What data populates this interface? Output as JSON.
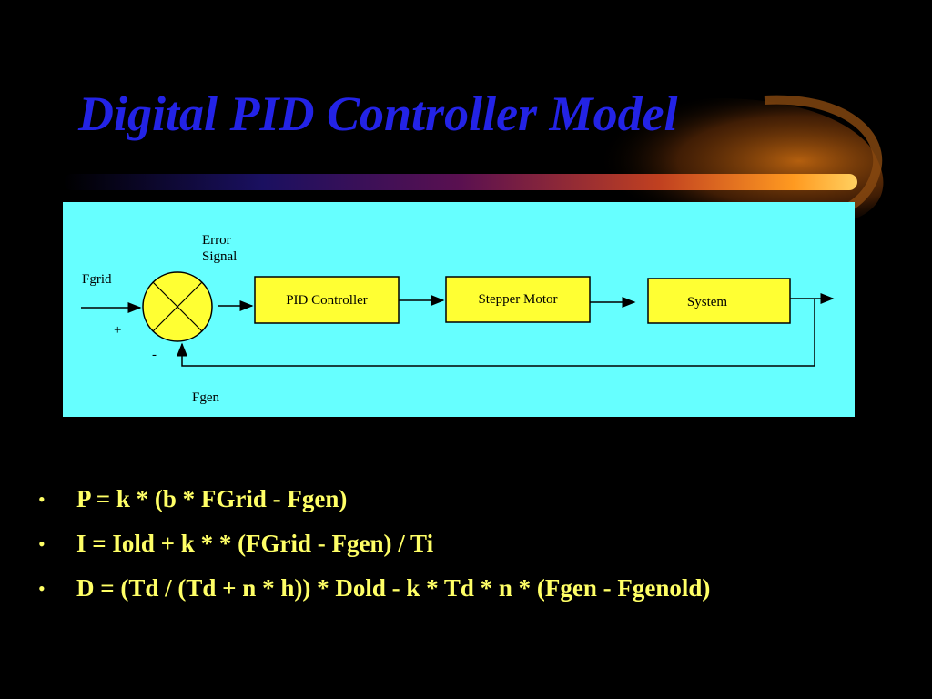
{
  "slide": {
    "title": "Digital PID Controller Model",
    "colors": {
      "background": "#000000",
      "title": "#2323e6",
      "panel": "#66ffff",
      "block_fill": "#ffff33",
      "bullet_text": "#ffff66"
    }
  },
  "diagram": {
    "input_label": "Fgrid",
    "plus_sign": "+",
    "minus_sign": "-",
    "error_label_line1": "Error",
    "error_label_line2": "Signal",
    "feedback_label": "Fgen",
    "blocks": [
      "PID Controller",
      "Stepper Motor",
      "System"
    ]
  },
  "bullets": [
    {
      "marker": "•",
      "text": "P = k * (b * FGrid - Fgen)"
    },
    {
      "marker": "•",
      "text": "I = Iold + k * * (FGrid - Fgen) / Ti"
    },
    {
      "marker": "•",
      "text": "D = (Td / (Td + n * h)) * Dold - k * Td * n * (Fgen - Fgenold)"
    }
  ]
}
